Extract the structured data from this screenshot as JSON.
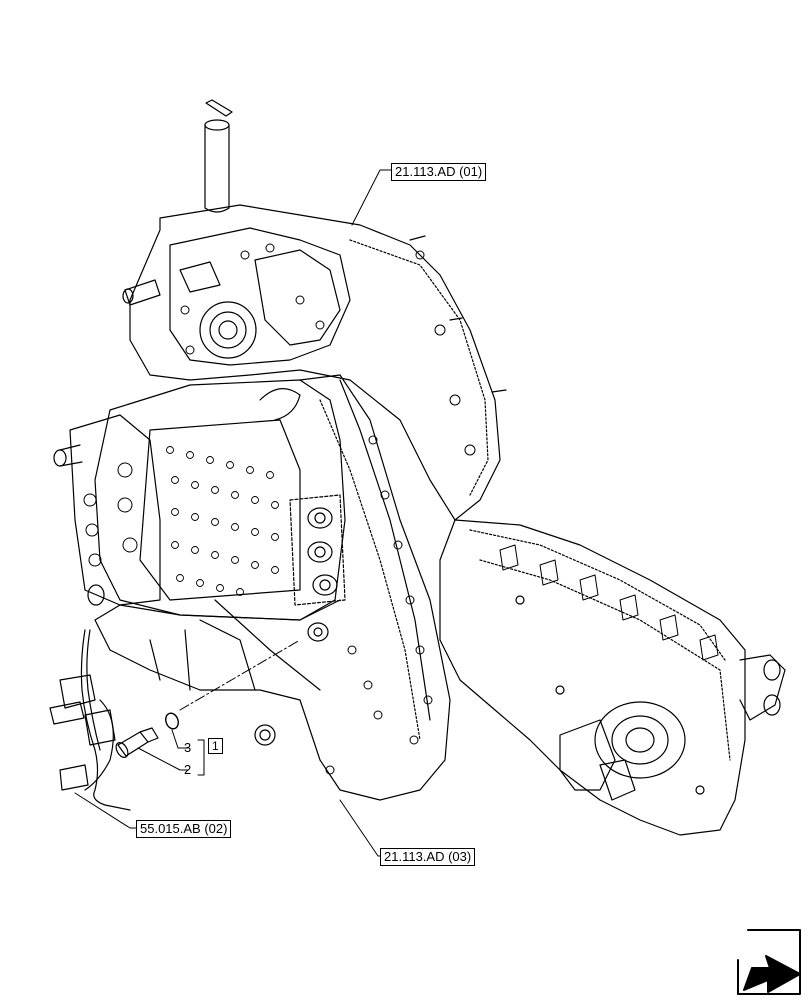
{
  "references": {
    "top_right": "21.113.AD (01)",
    "bottom_center": "21.113.AD (03)",
    "bottom_left": "55.015.AB (02)"
  },
  "items": {
    "group_label": "1",
    "part_3": "3",
    "part_2": "2"
  },
  "icons": {
    "navigation": "arrow-into-box-icon"
  }
}
